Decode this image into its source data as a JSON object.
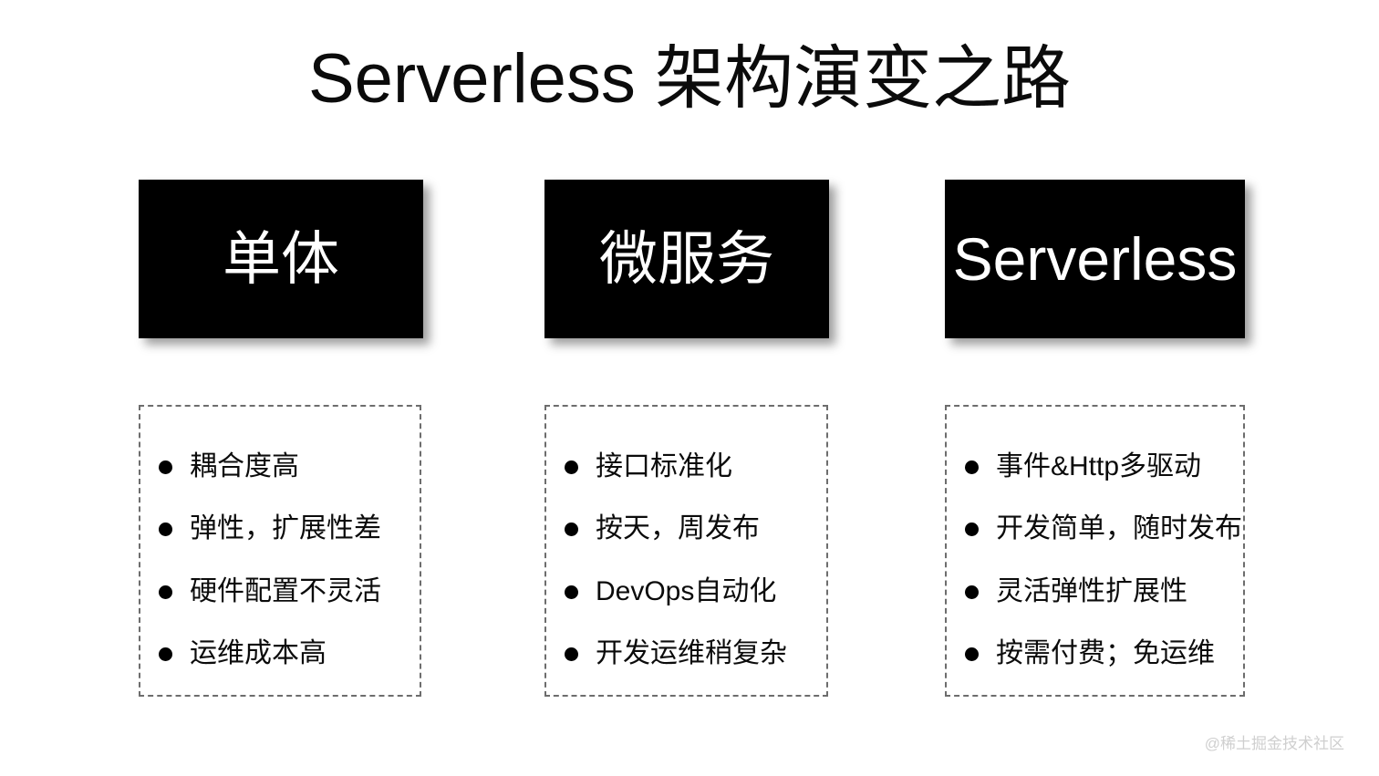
{
  "slide": {
    "title": "Serverless 架构演变之路",
    "background_color": "#ffffff",
    "watermark": "@稀土掘金技术社区"
  },
  "stages": [
    {
      "label": "单体",
      "box_color": "#000000",
      "label_color": "#ffffff",
      "features": [
        "耦合度高",
        "弹性，扩展性差",
        "硬件配置不灵活",
        "运维成本高"
      ]
    },
    {
      "label": "微服务",
      "box_color": "#000000",
      "label_color": "#ffffff",
      "features": [
        "接口标准化",
        "按天，周发布",
        "DevOps自动化",
        "开发运维稍复杂"
      ]
    },
    {
      "label": "Serverless",
      "box_color": "#000000",
      "label_color": "#ffffff",
      "features": [
        "事件&Http多驱动",
        "开发简单，随时发布",
        "灵活弹性扩展性",
        "按需付费；免运维"
      ]
    }
  ]
}
